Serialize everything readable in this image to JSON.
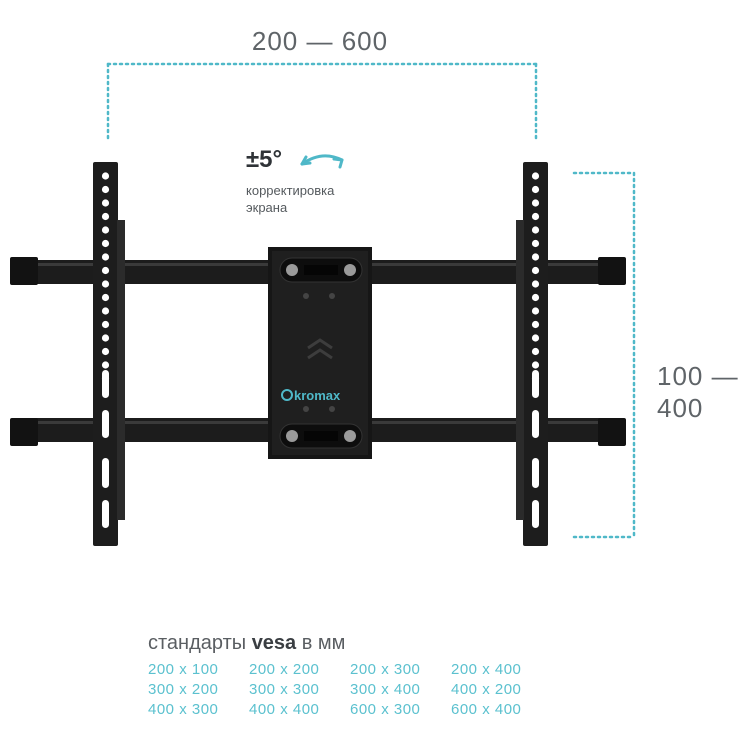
{
  "dimensions": {
    "width_range": "200 — 600",
    "height_range_line1": "100 —",
    "height_range_line2": "400"
  },
  "tilt": {
    "value": "±5°",
    "caption_line1": "корректировка",
    "caption_line2": "экрана"
  },
  "brand": {
    "logo_text": "kromax"
  },
  "vesa": {
    "title_prefix": "стандарты",
    "title_bold": "vesa",
    "title_suffix": "в мм",
    "sizes": [
      "200 x 100",
      "200 x 200",
      "200 x 300",
      "200 x 400",
      "300 x 200",
      "300 x 300",
      "300 x 400",
      "400 x 200",
      "400 x 300",
      "400 x 400",
      "600 x 300",
      "600 x 400"
    ]
  },
  "colors": {
    "accent": "#4fb8c8",
    "metal": "#1b1b1b",
    "text_gray": "#5f6468"
  },
  "icons": [
    "rotate-arrow-icon",
    "chevron-up-icon",
    "kromax-logo"
  ]
}
